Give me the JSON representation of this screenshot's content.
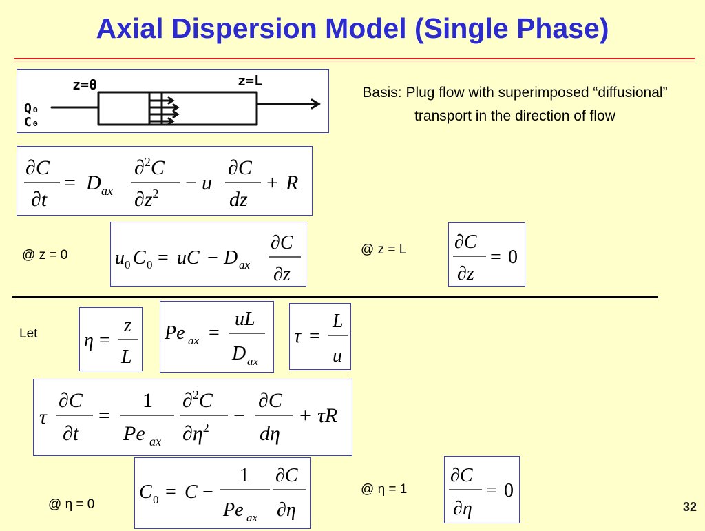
{
  "title": "Axial Dispersion Model (Single Phase)",
  "sketch": {
    "label_z0": "z=0",
    "label_zL": "z=L",
    "label_Q0": "Q₀",
    "label_C0": "C₀"
  },
  "basis_text": "Basis: Plug flow with superimposed “diffusional” transport in the direction of flow",
  "bc_left_label": "@ z = 0",
  "bc_right_label": "@ z = L",
  "let_label": "Let",
  "bc2_left_label": "@  η = 0",
  "bc2_right_label": "@  η = 1",
  "page_number": "32",
  "colors": {
    "title": "#2b2bd0",
    "rule": "#e02020",
    "box_border": "#3d3dcc",
    "background": "#ffffcc"
  }
}
